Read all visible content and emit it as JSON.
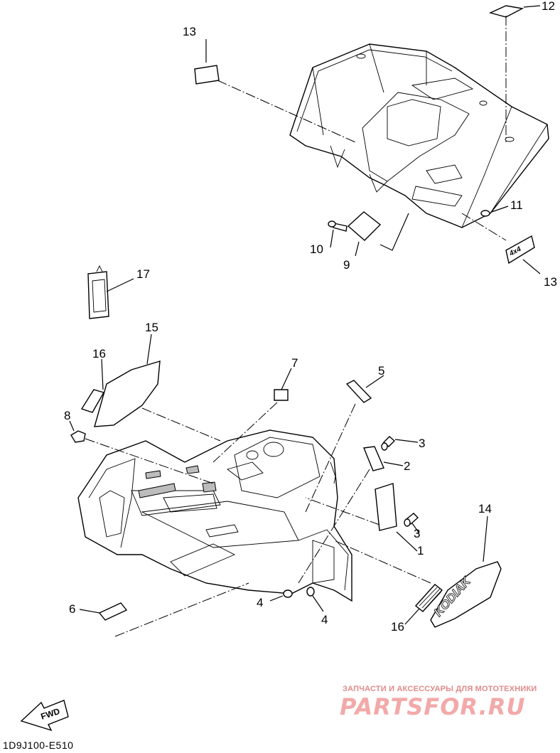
{
  "diagram": {
    "callouts": {
      "c1": "1",
      "c2": "2",
      "c3a": "3",
      "c3b": "3",
      "c4a": "4",
      "c4b": "4",
      "c5": "5",
      "c6": "6",
      "c7": "7",
      "c8": "8",
      "c9": "9",
      "c10": "10",
      "c11": "11",
      "c12": "12",
      "c13a": "13",
      "c13b": "13",
      "c14": "14",
      "c15": "15",
      "c16a": "16",
      "c16b": "16",
      "c17": "17"
    },
    "fwd_label": "FWD",
    "decal_4x4": "4x4",
    "decal_kodiak": "KODIAK",
    "diagram_code": "1D9J100-E510"
  },
  "watermark": {
    "subtitle": "ЗАПЧАСТИ И АКСЕССУАРЫ ДЛЯ МОТОТЕХНИКИ",
    "brand": "PARTSFOR.RU"
  }
}
